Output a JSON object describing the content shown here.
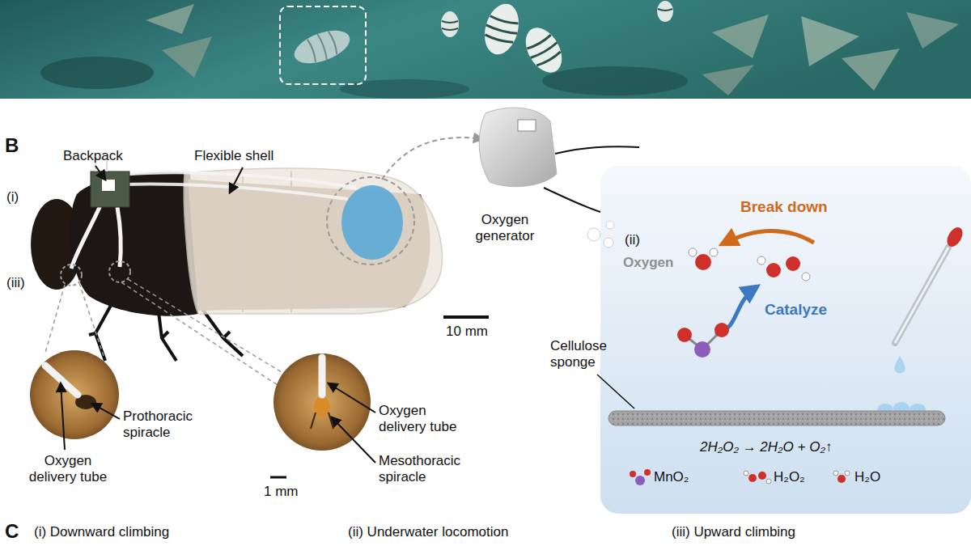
{
  "diagram": {
    "nodes": [
      {
        "text": [
          "(ii)",
          "Break down",
          "Oxygen",
          "Catalyze",
          "2H₂O₂ → 2H₂O + O₂↑"
        ]
      }
    ],
    "edges": [],
    "labels": [
      "B",
      "(i)",
      "Backpack",
      "Flexible shell",
      "Oxygen generator",
      "Cellulose sponge",
      "10 mm",
      "(iii)",
      "Oxygen delivery tube",
      "Prothoracic spiracle",
      "1 mm",
      "Oxygen delivery tube",
      "Mesothoracic spiracle",
      "C",
      "(i) Downward climbing",
      "(ii) Underwater locomotion",
      "(iii) Upward climbing"
    ],
    "legend": [
      {
        "text": "MnO₂"
      },
      {
        "text": "H₂O₂"
      },
      {
        "text": "H₂O"
      }
    ]
  }
}
